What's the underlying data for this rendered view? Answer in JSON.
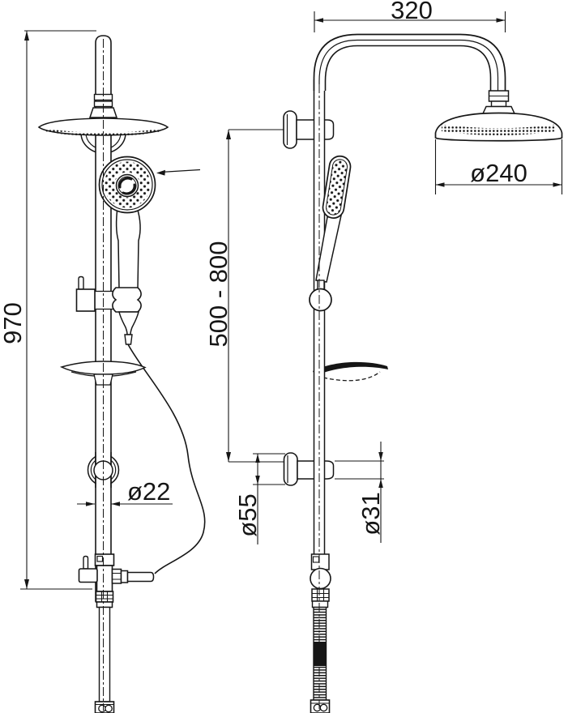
{
  "drawing": {
    "type": "technical-drawing",
    "subject": "shower-column-with-rain-head-and-hand-shower",
    "views": {
      "left": "front-view",
      "right": "side-view"
    },
    "ink_color": "#161616",
    "background_color": "#ffffff",
    "dimensions": {
      "total_height": "970",
      "arm_reach": "320",
      "head_diameter": "ø240",
      "adjustable_range": "500 - 800",
      "pipe_diameter": "ø22",
      "escutcheon_diameter": "ø55",
      "bracket_diameter": "ø31"
    }
  }
}
